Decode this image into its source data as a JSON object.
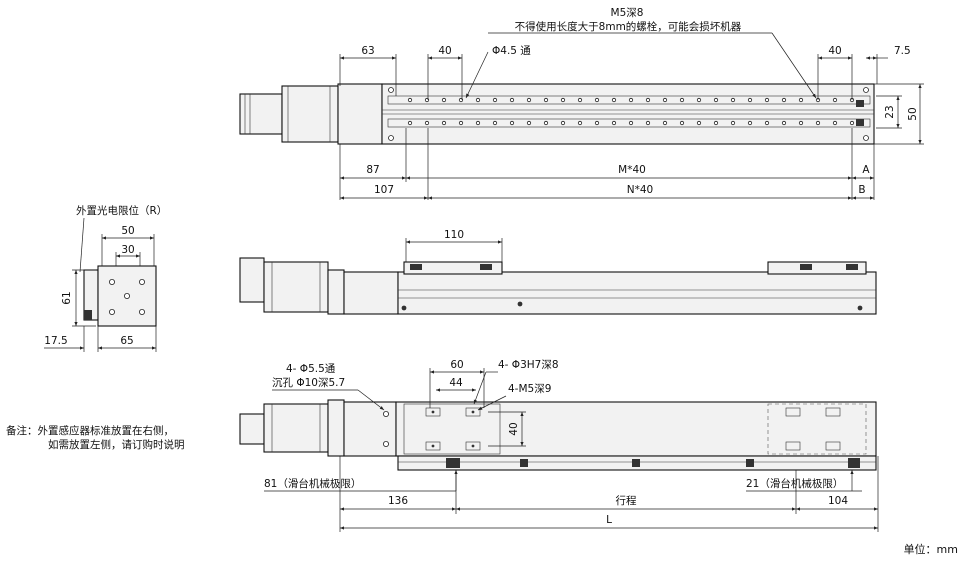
{
  "top_view": {
    "note_m5": "M5深8",
    "note_warning": "不得使用长度大于8mm的螺栓，可能会损坏机器",
    "dim_63": "63",
    "dim_40_left": "40",
    "hole_dia": "Φ4.5 通",
    "dim_40_right": "40",
    "dim_7_5": "7.5",
    "dim_23": "23",
    "dim_50": "50",
    "dim_87": "87",
    "dim_m40": "M*40",
    "dim_a": "A",
    "dim_107": "107",
    "dim_n40": "N*40",
    "dim_b": "B"
  },
  "end_view": {
    "sensor_label": "外置光电限位（R）",
    "dim_50": "50",
    "dim_30": "30",
    "dim_61": "61",
    "dim_17_5": "17.5",
    "dim_65": "65"
  },
  "side_view": {
    "dim_110": "110"
  },
  "bottom_view": {
    "hole_note_1": "4- Φ5.5通",
    "hole_note_2": "沉孔 Φ10深5.7",
    "dim_60": "60",
    "dim_44": "44",
    "pin_note": "4- Φ3H7深8",
    "thread_note": "4-M5深9",
    "dim_40": "40",
    "limit_left": "81（滑台机械极限）",
    "limit_right": "21（滑台机械极限）",
    "dim_136": "136",
    "stroke": "行程",
    "dim_104": "104",
    "dim_l": "L"
  },
  "remark": {
    "line1": "备注：外置感应器标准放置在右侧，",
    "line2": "如需放置左侧，请订购时说明"
  },
  "unit": "单位：mm"
}
